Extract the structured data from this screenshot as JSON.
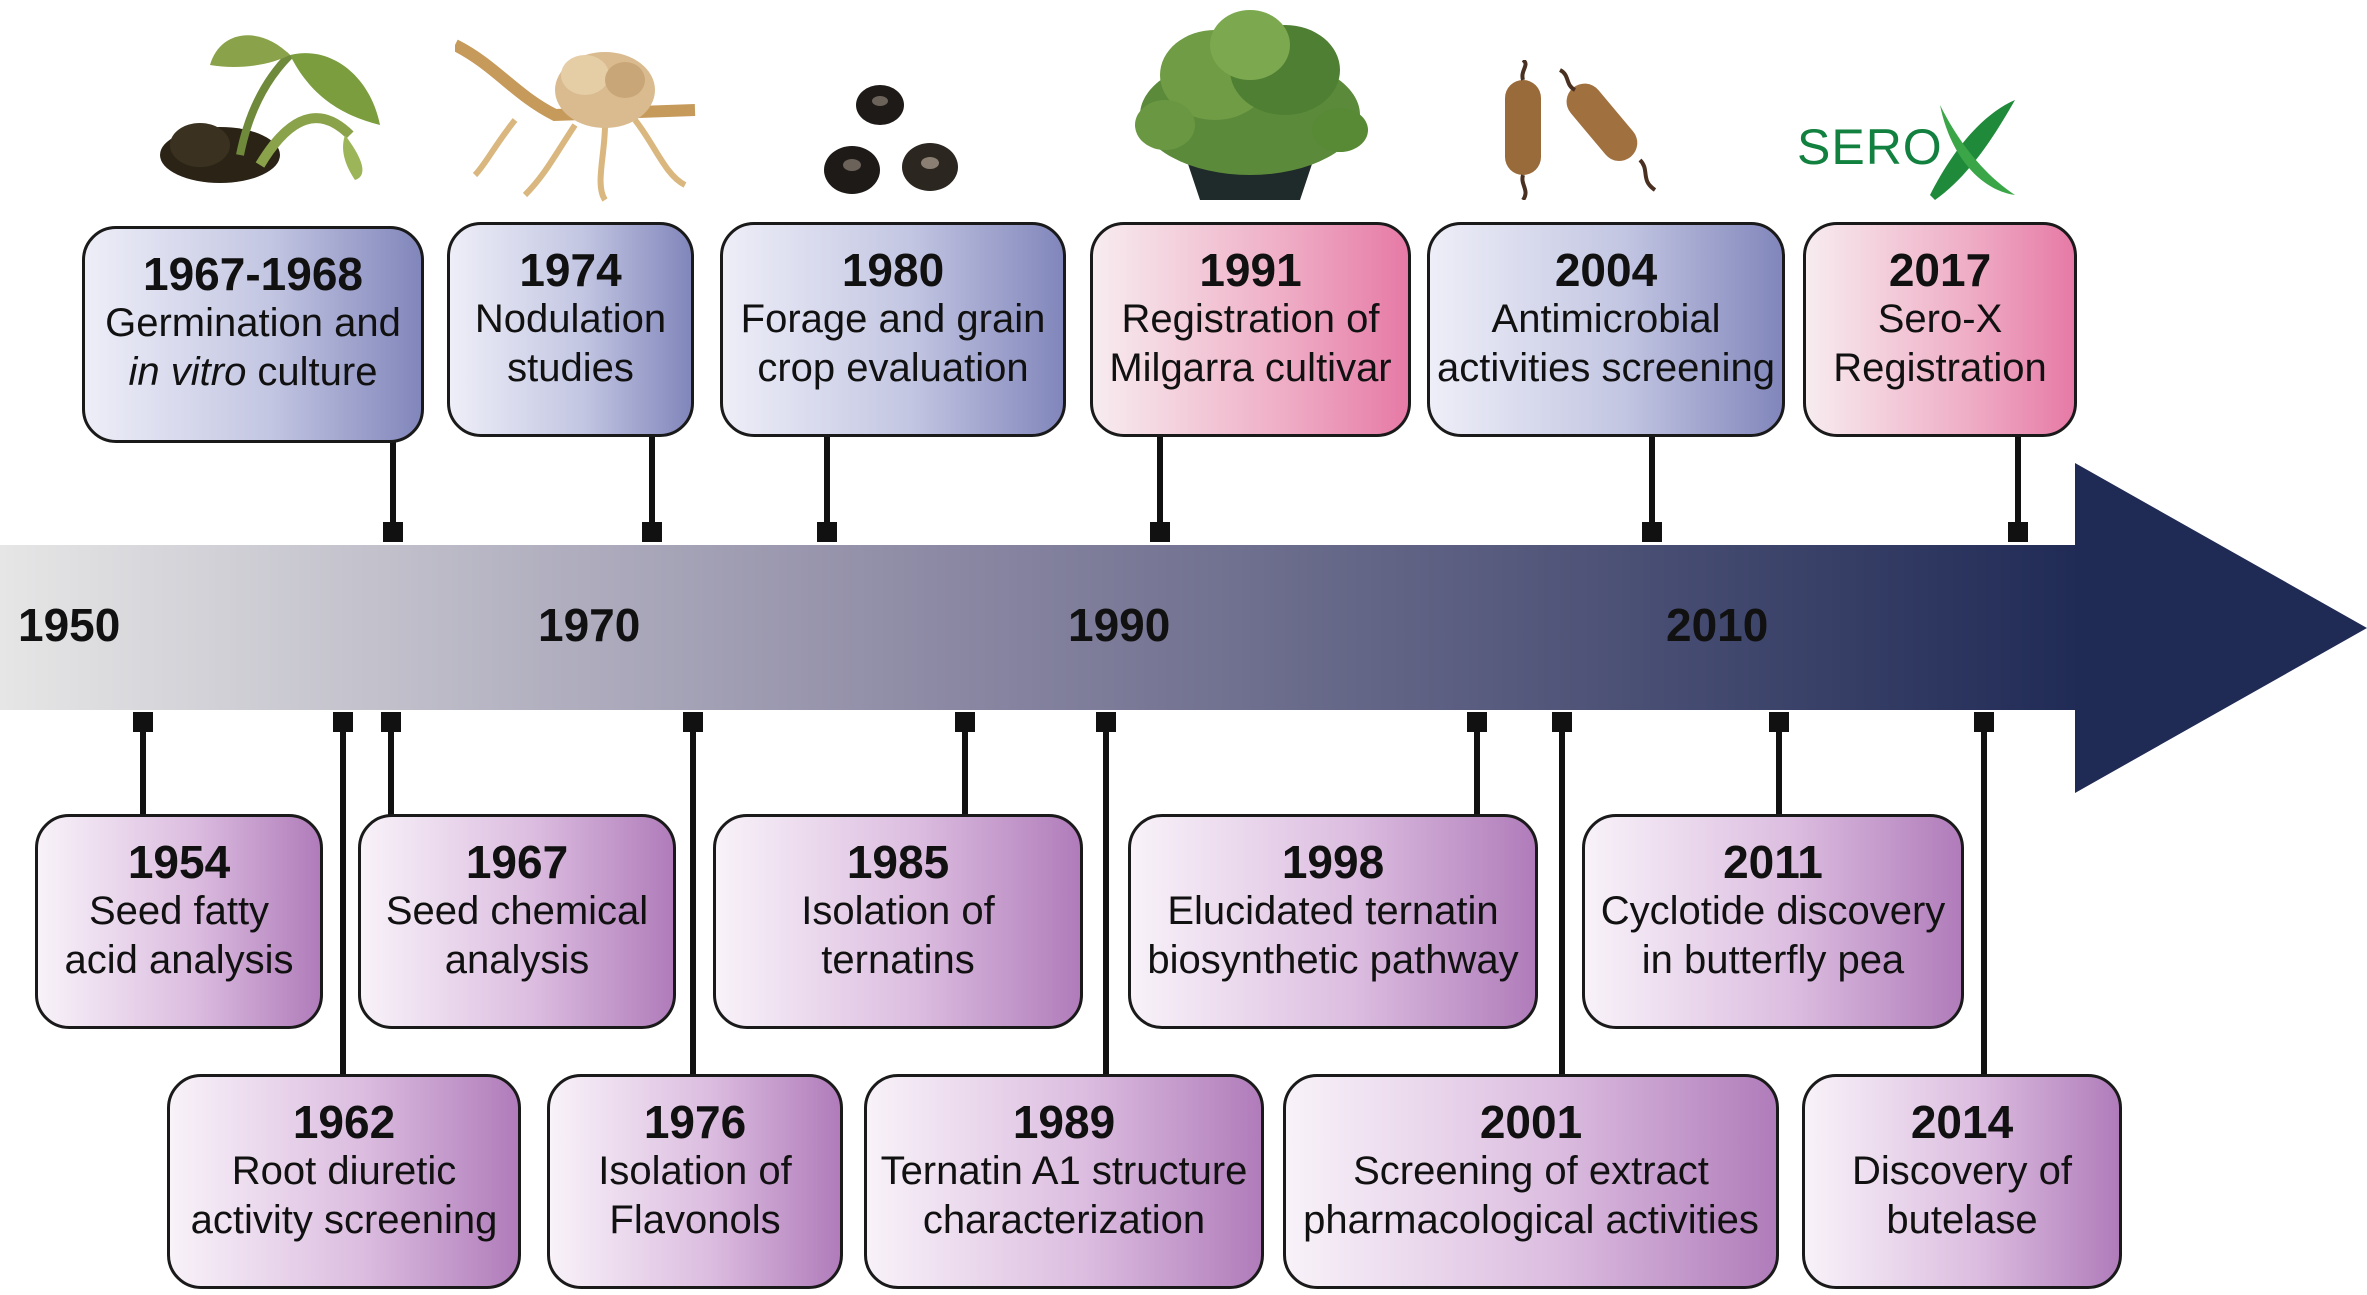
{
  "axis_labels": [
    "1950",
    "1970",
    "1990",
    "2010"
  ],
  "top_events": [
    {
      "year": "1967-1968",
      "line1": "Germination and",
      "line2_italic": "in vitro",
      "line2_rest": " culture",
      "icon": "plant-seedling-icon"
    },
    {
      "year": "1974",
      "line1": "Nodulation",
      "line2": "studies",
      "icon": "root-nodule-icon"
    },
    {
      "year": "1980",
      "line1": "Forage and grain",
      "line2": "crop evaluation",
      "icon": "seeds-icon"
    },
    {
      "year": "1991",
      "line1": "Registration of",
      "line2": "Milgarra cultivar",
      "icon": "potted-plant-icon"
    },
    {
      "year": "2004",
      "line1": "Antimicrobial",
      "line2": "activities screening",
      "icon": "bacteria-icon"
    },
    {
      "year": "2017",
      "line1": "Sero-X",
      "line2": "Registration",
      "icon": "sero-x-logo",
      "logo_text": "SERO"
    }
  ],
  "bottom_events": [
    {
      "year": "1954",
      "line1": "Seed fatty",
      "line2": "acid analysis"
    },
    {
      "year": "1962",
      "line1": "Root diuretic",
      "line2": "activity screening"
    },
    {
      "year": "1967",
      "line1": "Seed chemical",
      "line2": "analysis"
    },
    {
      "year": "1976",
      "line1": "Isolation of",
      "line2": "Flavonols"
    },
    {
      "year": "1985",
      "line1": "Isolation of",
      "line2": "ternatins"
    },
    {
      "year": "1989",
      "line1": "Ternatin A1 structure",
      "line2": "characterization"
    },
    {
      "year": "1998",
      "line1": "Elucidated ternatin",
      "line2": "biosynthetic pathway"
    },
    {
      "year": "2001",
      "line1": "Screening of extract",
      "line2": "pharmacological activities"
    },
    {
      "year": "2011",
      "line1": "Cyclotide discovery",
      "line2": "in butterfly pea"
    },
    {
      "year": "2014",
      "line1": "Discovery of",
      "line2": "butelase"
    }
  ],
  "colors": {
    "arrow_start": "#e6e6e6",
    "arrow_end": "#1f2a55",
    "blue_box": "#8186bb",
    "pink_box": "#e67aa6",
    "purple_box": "#b07cba",
    "logo_green": "#12813f"
  }
}
